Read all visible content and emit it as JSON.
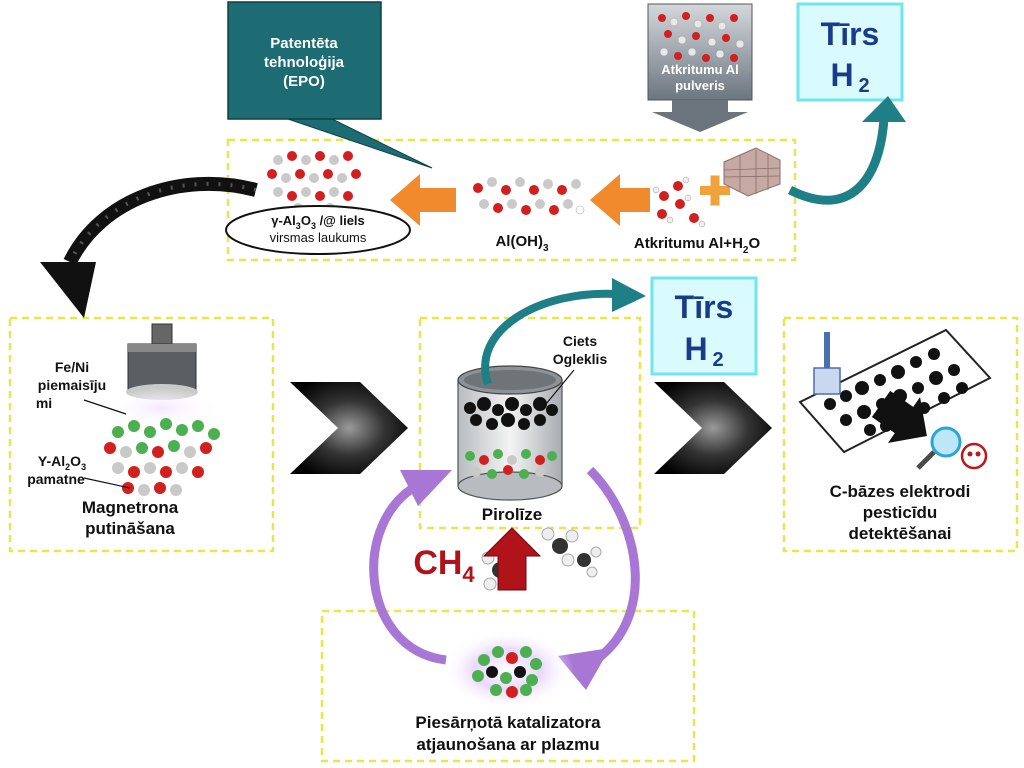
{
  "callouts": {
    "epo": [
      "Patentēta",
      "tehnoloģija",
      "(EPO)"
    ],
    "al_powder": [
      "Atkritumu Al",
      "pulveris"
    ]
  },
  "h2_boxes": [
    {
      "line1": "Tīrs",
      "line2": "H",
      "sub": "2"
    },
    {
      "line1": "Tīrs",
      "line2": "H",
      "sub": "2"
    }
  ],
  "top_row": {
    "alumina": {
      "prefix": "γ-Al",
      "sub1": "3",
      "mid": "O",
      "sub2": "3",
      "suffix": " /@ liels",
      "line2": "virsmas laukums"
    },
    "aloh3": {
      "text": "Al(OH)",
      "sub": "3"
    },
    "waste": {
      "text": "Atkritumu Al+H",
      "sub": "2",
      "suffix": "O"
    }
  },
  "magnetron": {
    "label": [
      "Fe/Ni",
      "piemaisīju",
      "mi"
    ],
    "support": {
      "prefix": "Υ-Al",
      "sub1": "2",
      "mid": "O",
      "sub2": "3",
      "line2": "pamatne"
    },
    "caption": [
      "Magnetrona",
      "putināšana"
    ]
  },
  "pyrolysis": {
    "carbon_label": [
      "Ciets",
      "Ogleklis"
    ],
    "caption": "Pirolīze",
    "ch4": {
      "text": "CH",
      "sub": "4"
    }
  },
  "electrodes": {
    "caption": [
      "C-bāzes elektrodi",
      "pesticīdu",
      "detektēšanai"
    ]
  },
  "regeneration": {
    "caption": [
      "Piesārņotā katalizatora",
      "atjaunošana ar plazmu"
    ]
  },
  "colors": {
    "teal": "#1e7f86",
    "orange": "#f08a2c",
    "yellow_dash": "#e8e64a",
    "purple": "#a876d4",
    "dark_red": "#b0141a",
    "h2_border": "#6fe6ee"
  }
}
